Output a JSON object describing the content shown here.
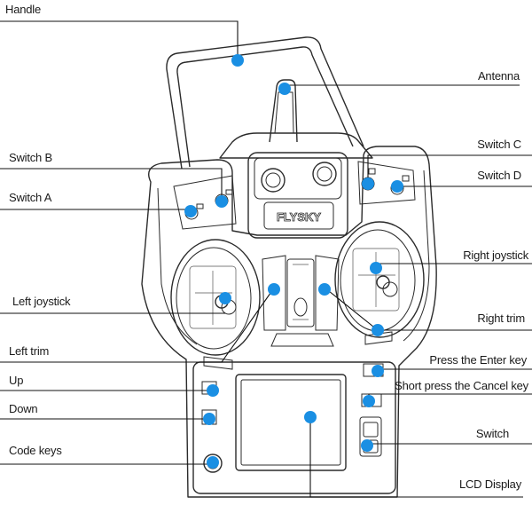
{
  "brand_logo": "FLYSKY",
  "labels": {
    "handle": "Handle",
    "antenna": "Antenna",
    "switch_b": "Switch B",
    "switch_a": "Switch A",
    "switch_c": "Switch C",
    "switch_d": "Switch D",
    "right_joystick": "Right joystick",
    "left_joystick": "Left joystick",
    "right_trim": "Right trim",
    "left_trim": "Left trim",
    "press_enter": "Press the Enter key",
    "up": "Up",
    "short_press_cancel": "Short press the Cancel key",
    "down": "Down",
    "switch": "Switch",
    "code_keys": "Code keys",
    "lcd_display": "LCD Display"
  },
  "colors": {
    "callout_dot": "#1a8fe3",
    "line": "#111111",
    "outline": "#2b2b2b"
  }
}
